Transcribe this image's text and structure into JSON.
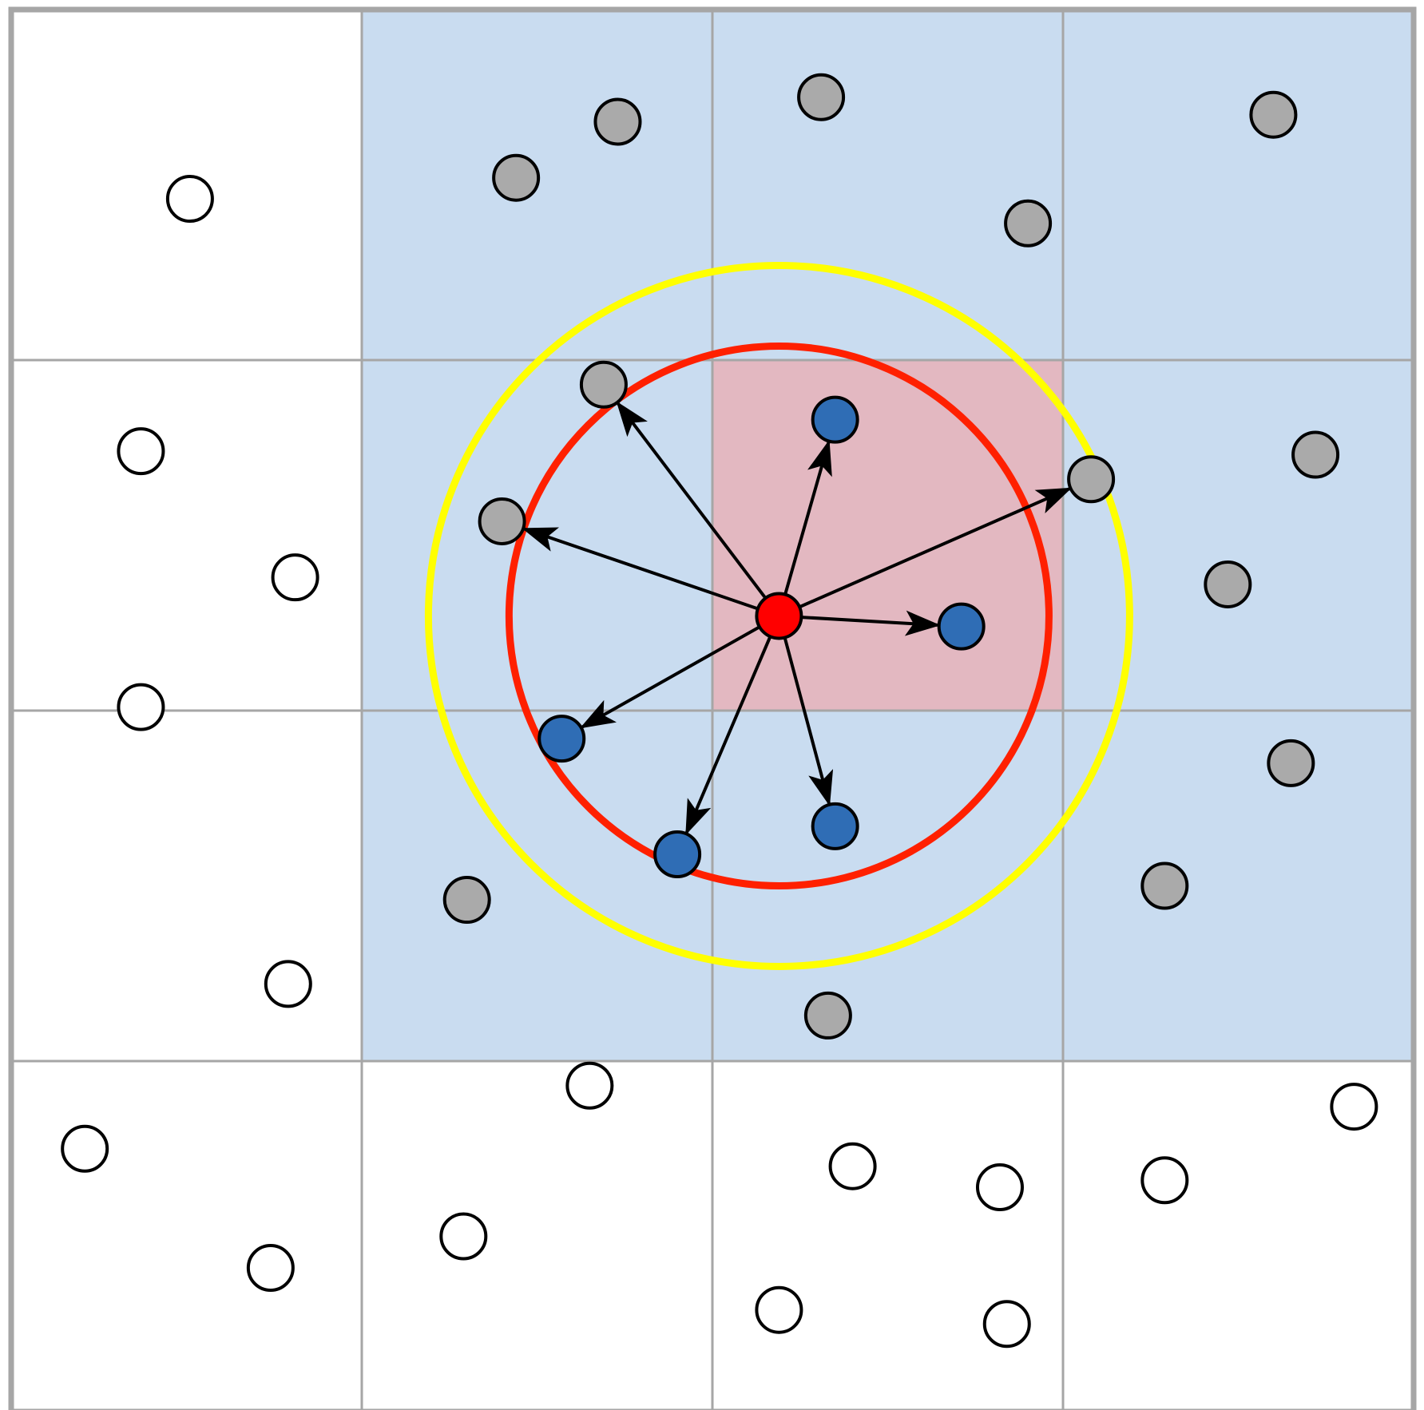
{
  "diagram": {
    "kind": "neighbor-search-grid",
    "grid": {
      "rows": 4,
      "cols": 4
    },
    "colors": {
      "background": "#ffffff",
      "grid_line": "#a6a6a6",
      "neighbor_cell_fill": "#c9dcf0",
      "home_cell_fill": "#e3b8c1",
      "outer_circle": "#ffff00",
      "inner_circle": "#ff2000",
      "query_point": "#ff0000",
      "in_range_point": "#2f6db5",
      "candidate_point": "#aaaaaa",
      "far_point": "#ffffff",
      "point_stroke": "#000000",
      "arrow": "#000000"
    },
    "cells": [
      {
        "name": "neighbor-cell",
        "row": 0,
        "col": 1,
        "kind": "neighbor"
      },
      {
        "name": "neighbor-cell",
        "row": 0,
        "col": 2,
        "kind": "neighbor"
      },
      {
        "name": "neighbor-cell",
        "row": 0,
        "col": 3,
        "kind": "neighbor"
      },
      {
        "name": "neighbor-cell",
        "row": 1,
        "col": 1,
        "kind": "neighbor"
      },
      {
        "name": "home-cell",
        "row": 1,
        "col": 2,
        "kind": "home"
      },
      {
        "name": "neighbor-cell",
        "row": 1,
        "col": 3,
        "kind": "neighbor"
      },
      {
        "name": "neighbor-cell",
        "row": 2,
        "col": 1,
        "kind": "neighbor"
      },
      {
        "name": "neighbor-cell",
        "row": 2,
        "col": 2,
        "kind": "neighbor"
      },
      {
        "name": "neighbor-cell",
        "row": 2,
        "col": 3,
        "kind": "neighbor"
      }
    ],
    "query_point": {
      "x": 2.19,
      "y": 1.73
    },
    "circles": [
      {
        "name": "outer-search-circle",
        "role": "outer",
        "radius": 1.0
      },
      {
        "name": "inner-cutoff-circle",
        "role": "inner",
        "radius": 0.77
      }
    ],
    "points": {
      "in_range": [
        {
          "x": 2.35,
          "y": 1.17
        },
        {
          "x": 2.71,
          "y": 1.76
        },
        {
          "x": 1.57,
          "y": 2.08
        },
        {
          "x": 1.9,
          "y": 2.41
        },
        {
          "x": 2.35,
          "y": 2.33
        }
      ],
      "candidate": [
        {
          "x": 1.44,
          "y": 0.48
        },
        {
          "x": 1.73,
          "y": 0.32
        },
        {
          "x": 2.31,
          "y": 0.25
        },
        {
          "x": 2.9,
          "y": 0.61
        },
        {
          "x": 3.6,
          "y": 0.3
        },
        {
          "x": 1.69,
          "y": 1.07
        },
        {
          "x": 1.4,
          "y": 1.46
        },
        {
          "x": 3.08,
          "y": 1.34
        },
        {
          "x": 3.72,
          "y": 1.27
        },
        {
          "x": 3.47,
          "y": 1.64
        },
        {
          "x": 3.65,
          "y": 2.15
        },
        {
          "x": 3.29,
          "y": 2.5
        },
        {
          "x": 1.3,
          "y": 2.54
        },
        {
          "x": 2.33,
          "y": 2.87
        }
      ],
      "far": [
        {
          "x": 0.51,
          "y": 0.54
        },
        {
          "x": 0.37,
          "y": 1.26
        },
        {
          "x": 0.81,
          "y": 1.62
        },
        {
          "x": 0.37,
          "y": 1.99
        },
        {
          "x": 0.79,
          "y": 2.78
        },
        {
          "x": 1.65,
          "y": 3.07
        },
        {
          "x": 0.21,
          "y": 3.25
        },
        {
          "x": 0.74,
          "y": 3.59
        },
        {
          "x": 1.29,
          "y": 3.5
        },
        {
          "x": 2.4,
          "y": 3.3
        },
        {
          "x": 2.82,
          "y": 3.36
        },
        {
          "x": 3.29,
          "y": 3.34
        },
        {
          "x": 3.83,
          "y": 3.13
        },
        {
          "x": 2.19,
          "y": 3.71
        },
        {
          "x": 2.84,
          "y": 3.75
        }
      ]
    },
    "arrows": [
      {
        "x": 1.69,
        "y": 1.07
      },
      {
        "x": 1.4,
        "y": 1.46
      },
      {
        "x": 2.35,
        "y": 1.17
      },
      {
        "x": 3.08,
        "y": 1.34
      },
      {
        "x": 2.71,
        "y": 1.76
      },
      {
        "x": 1.57,
        "y": 2.08
      },
      {
        "x": 1.9,
        "y": 2.41
      },
      {
        "x": 2.35,
        "y": 2.33
      }
    ]
  }
}
